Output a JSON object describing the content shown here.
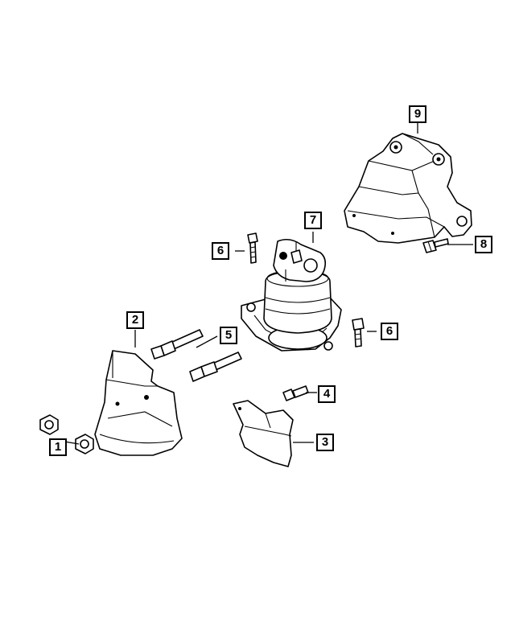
{
  "callouts": [
    {
      "id": "c1",
      "label": "1"
    },
    {
      "id": "c2",
      "label": "2"
    },
    {
      "id": "c3",
      "label": "3"
    },
    {
      "id": "c4",
      "label": "4"
    },
    {
      "id": "c5",
      "label": "5"
    },
    {
      "id": "c6a",
      "label": "6"
    },
    {
      "id": "c6b",
      "label": "6"
    },
    {
      "id": "c7",
      "label": "7"
    },
    {
      "id": "c8",
      "label": "8"
    },
    {
      "id": "c9",
      "label": "9"
    }
  ],
  "colors": {
    "line": "#000000",
    "background": "#ffffff"
  }
}
